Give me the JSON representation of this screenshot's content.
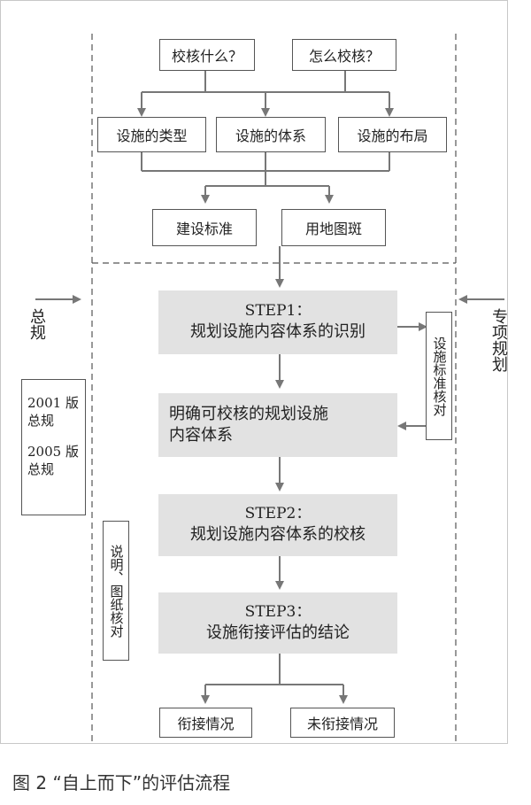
{
  "figure": {
    "caption": "图 2 “自上而下”的评估流程"
  },
  "top": {
    "q1": "校核什么？",
    "q2": "怎么校核？",
    "c1": "设施的类型",
    "c2": "设施的体系",
    "c3": "设施的布局",
    "d1": "建设标准",
    "d2": "用地图斑"
  },
  "left_label": "总规",
  "right_label": "专项规划",
  "left_box": {
    "line1": "2001 版",
    "line2": "总规",
    "line3": "2005 版",
    "line4": "总规"
  },
  "steps": [
    {
      "line1": "STEP1：",
      "line2": "规划设施内容体系的识别"
    },
    {
      "line1": "明确可校核的规划设施",
      "line2": "内容体系"
    },
    {
      "line1": "STEP2：",
      "line2": "规划设施内容体系的校核"
    },
    {
      "line1": "STEP3：",
      "line2": "设施衔接评估的结论"
    }
  ],
  "side_right": "设施标准核对",
  "side_left": "说明、图纸核对",
  "outcomes": {
    "o1": "衔接情况",
    "o2": "未衔接情况"
  }
}
